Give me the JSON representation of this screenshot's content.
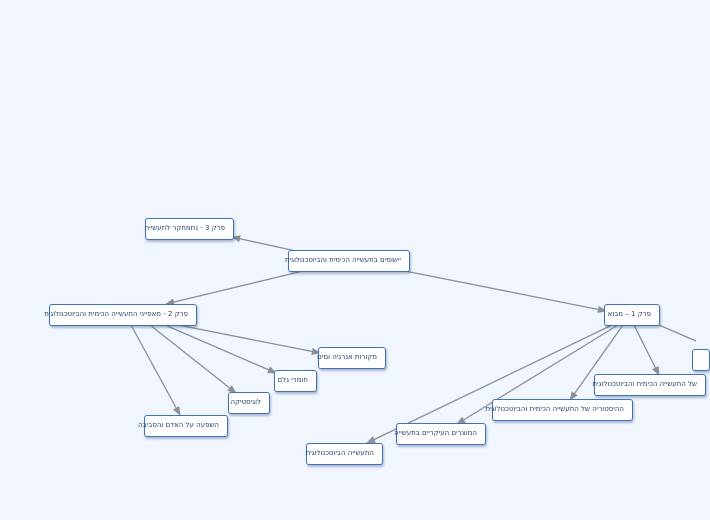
{
  "map": {
    "root": {
      "label": "יישומים בתעשייה הכימית והביוטכנולוגית"
    },
    "ch1": {
      "label": "פרק 1 – מבוא"
    },
    "ch2": {
      "label": "פרק 2 - מאפייני התעשייה הכימית והביוטכנולוגית"
    },
    "ch3": {
      "label": "פרק 3 - נחמחקר לתעשייה"
    },
    "ch1_children": [
      {
        "label": "של התעשייה הכימית והביוטכנולוגית"
      },
      {
        "label": "ההיסטוריה של התעשייה הכימית והביוטכנולוגית"
      },
      {
        "label": "המוצרים העיקריים בתעשייה"
      },
      {
        "label": "התעשייה הביוטכנולוגית"
      }
    ],
    "ch2_children": [
      {
        "label": "מקורות אנרגיה ומים"
      },
      {
        "label": "חומרי גלם"
      },
      {
        "label": "לוגיסטיקה"
      },
      {
        "label": "השפעה על האדם והסביבה"
      }
    ]
  },
  "colors": {
    "background": "#f1f5fd",
    "node_border": "#3f72b8",
    "node_text": "#24456f",
    "connector": "#8a8f99"
  }
}
